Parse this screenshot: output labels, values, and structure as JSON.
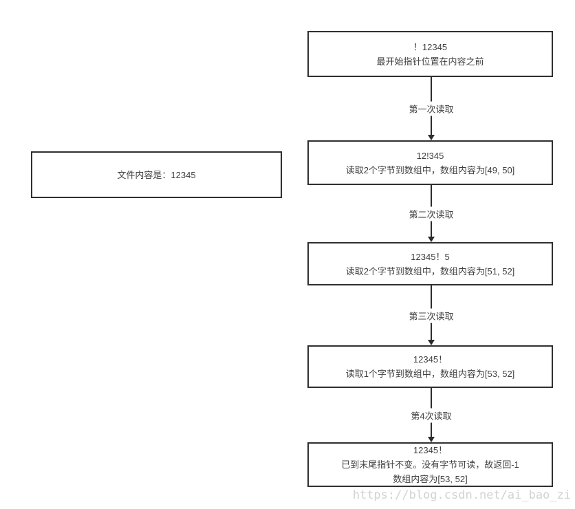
{
  "diagram": {
    "file_box": {
      "text": "文件内容是：12345"
    },
    "steps": [
      {
        "lines": [
          "！12345",
          "最开始指针位置在内容之前"
        ]
      },
      {
        "lines": [
          "12!345",
          "读取2个字节到数组中，数组内容为[49, 50]"
        ]
      },
      {
        "lines": [
          "12345！5",
          "读取2个字节到数组中，数组内容为[51, 52]"
        ]
      },
      {
        "lines": [
          "12345！",
          "读取1个字节到数组中，数组内容为[53, 52]"
        ]
      },
      {
        "lines": [
          "12345！",
          "已到末尾指针不变。没有字节可读，故返回-1",
          "数组内容为[53, 52]"
        ]
      }
    ],
    "connectors": [
      "第一次读取",
      "第二次读取",
      "第三次读取",
      "第4次读取"
    ]
  },
  "watermark": "https://blog.csdn.net/ai_bao_zi",
  "colors": {
    "background": "#ffffff",
    "box_border": "#2f2f2f",
    "text": "#3f3f3f",
    "arrow_line": "#2b2b2b",
    "watermark": "#d2d2d2"
  }
}
